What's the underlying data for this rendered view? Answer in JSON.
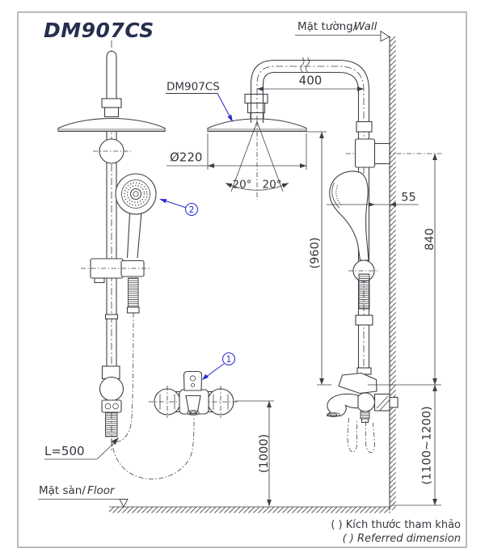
{
  "drawing": {
    "model": "DM907CS",
    "product_label": "DM907CS",
    "wall": {
      "vi": "Mặt tường/",
      "en": "Wall"
    },
    "floor": {
      "vi": "Mặt sàn/",
      "en": "Floor"
    },
    "dims": {
      "arm_reach": "400",
      "head_diameter": "Ø220",
      "spray_left": "20°",
      "spray_right": "20°",
      "offset_55": "55",
      "bar_840": "840",
      "ref_960": "(960)",
      "ref_1000": "(1000)",
      "ref_range": "(1100~1200)",
      "hose": "L=500"
    },
    "callouts": {
      "one": "1",
      "two": "2"
    },
    "footnote": {
      "vi": "( ) Kích thước tham khảo",
      "en": "( ) Referred dimension"
    },
    "colors": {
      "line": "#3c4046",
      "text": "#33373d",
      "accent": "#2a2ace",
      "title": "#262f4e",
      "frame": "#a6a6a6"
    }
  }
}
